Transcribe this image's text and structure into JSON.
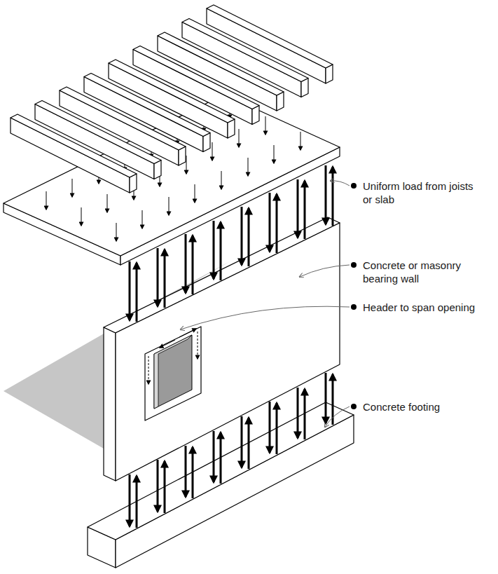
{
  "diagram": {
    "labels": [
      "Uniform load from joists or slab",
      "Concrete or masonry bearing wall",
      "Header to span opening",
      "Concrete footing"
    ]
  }
}
